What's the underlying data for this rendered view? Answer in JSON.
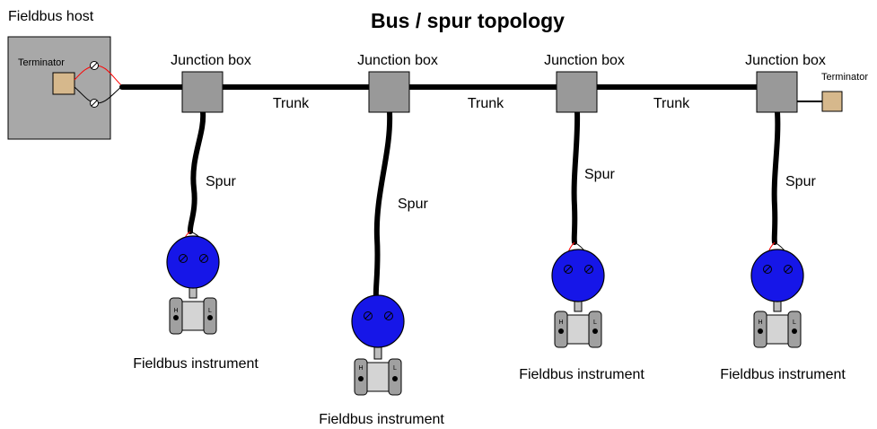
{
  "diagram": {
    "title": "Bus / spur topology",
    "host_label": "Fieldbus host",
    "host_terminator_label": "Terminator",
    "end_terminator_label": "Terminator",
    "junction_boxes": [
      "Junction box",
      "Junction box",
      "Junction box",
      "Junction box"
    ],
    "trunk_labels": [
      "Trunk",
      "Trunk",
      "Trunk"
    ],
    "spur_labels": [
      "Spur",
      "Spur",
      "Spur",
      "Spur"
    ],
    "instrument_labels": [
      "Fieldbus instrument",
      "Fieldbus instrument",
      "Fieldbus instrument",
      "Fieldbus instrument"
    ],
    "port_labels": {
      "high": "H",
      "low": "L"
    },
    "colors": {
      "host_fill": "#a8a8a8",
      "junction_fill": "#999999",
      "terminator_fill": "#d6b88c",
      "instrument_fill": "#1616e8",
      "cable": "#000000",
      "positive_wire": "#ff0000"
    }
  }
}
